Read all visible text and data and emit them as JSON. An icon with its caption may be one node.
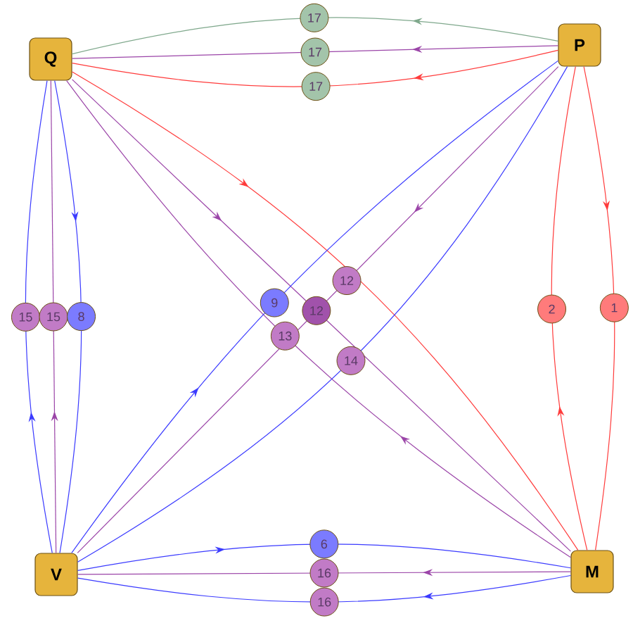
{
  "diagram": {
    "nodes": [
      {
        "text": [
          "Q"
        ]
      },
      {
        "text": [
          "P"
        ]
      },
      {
        "text": [
          "V"
        ]
      },
      {
        "text": [
          "M"
        ]
      }
    ],
    "edges": [
      {
        "from": 1,
        "to": 0,
        "arrow": "to",
        "label": "17",
        "color": "#7fa88c"
      },
      {
        "from": 1,
        "to": 0,
        "arrow": "to",
        "label": "17",
        "color": "#9b45a8"
      },
      {
        "from": 1,
        "to": 0,
        "arrow": "to",
        "label": "17",
        "color": "#ff3b3b"
      },
      {
        "from": 0,
        "to": 3,
        "arrow": "to",
        "color": "#ff3b3b"
      },
      {
        "from": 0,
        "to": 3,
        "arrow": "to",
        "label": "12",
        "color": "#9b45a8"
      },
      {
        "from": 3,
        "to": 0,
        "arrow": "to",
        "label": "13",
        "color": "#9b45a8"
      },
      {
        "from": 2,
        "to": 1,
        "arrow": "to",
        "label": "9",
        "color": "#3b3bff"
      },
      {
        "from": 1,
        "to": 2,
        "arrow": "to",
        "label": "12",
        "color": "#9b45a8"
      },
      {
        "from": 1,
        "to": 2,
        "arrow": "none",
        "label": "14",
        "color": "#3b3bff"
      },
      {
        "from": 2,
        "to": 0,
        "arrow": "to",
        "label": "15",
        "color": "#3b3bff"
      },
      {
        "from": 2,
        "to": 0,
        "arrow": "to",
        "label": "15",
        "color": "#9b45a8"
      },
      {
        "from": 0,
        "to": 2,
        "arrow": "to",
        "label": "8",
        "color": "#3b3bff"
      },
      {
        "from": 1,
        "to": 3,
        "arrow": "to",
        "label": "1",
        "color": "#ff3b3b"
      },
      {
        "from": 3,
        "to": 1,
        "arrow": "to",
        "label": "2",
        "color": "#ff3b3b"
      },
      {
        "from": 2,
        "to": 3,
        "arrow": "to",
        "label": "6",
        "color": "#3b3bff"
      },
      {
        "from": 3,
        "to": 2,
        "arrow": "to",
        "label": "16",
        "color": "#9b45a8"
      },
      {
        "from": 3,
        "to": 2,
        "arrow": "to",
        "label": "16",
        "color": "#3b3bff"
      }
    ]
  }
}
